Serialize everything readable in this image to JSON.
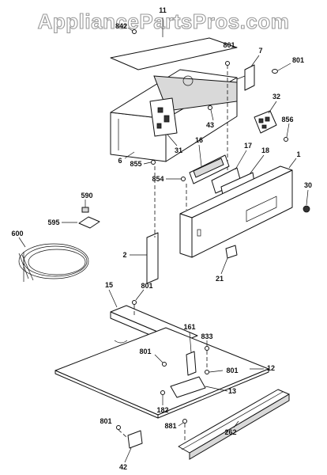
{
  "watermark": "AppliancePartsPros.com",
  "labels": {
    "p11": "11",
    "p842": "842",
    "p801a": "801",
    "p7": "7",
    "p801b": "801",
    "p43": "43",
    "p32": "32",
    "p856": "856",
    "p6": "6",
    "p31": "31",
    "p855": "855",
    "p16": "16",
    "p17": "17",
    "p18": "18",
    "p1": "1",
    "p854": "854",
    "p30": "30",
    "p590": "590",
    "p595": "595",
    "p600": "600",
    "p2": "2",
    "p21": "21",
    "p15": "15",
    "p801c": "801",
    "p161": "161",
    "p833": "833",
    "p801d": "801",
    "p801e": "801",
    "p12": "12",
    "p13": "13",
    "p182": "182",
    "p801f": "801",
    "p881": "881",
    "p262": "262",
    "p42": "42"
  }
}
